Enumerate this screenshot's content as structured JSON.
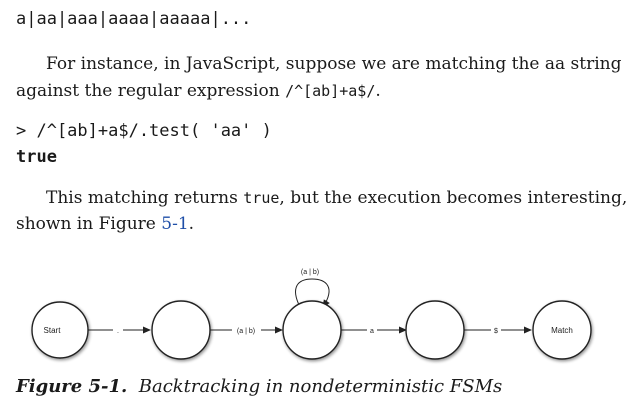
{
  "code_line_1": "a|aa|aaa|aaaa|aaaaa|...",
  "paragraph_1": {
    "line1": "For instance, in JavaScript, suppose we are matching the aa string",
    "line2_prefix": "against the regular expression ",
    "line2_code": "/^[ab]+a$/",
    "line2_suffix": "."
  },
  "code_block": {
    "prompt_line": "> /^[ab]+a$/.test( 'aa' )",
    "result": "true"
  },
  "paragraph_2": {
    "line1_prefix": "This matching returns ",
    "line1_code": "true",
    "line1_suffix": ", but the execution becomes interesting, as",
    "line2_prefix": "shown in Figure ",
    "line2_link": "5-1",
    "line2_suffix": "."
  },
  "figure": {
    "states": [
      "Start",
      "",
      "",
      "",
      "Match"
    ],
    "edges": [
      ".",
      "(a | b)",
      "a",
      "$"
    ],
    "self_loop": "(a | b)"
  },
  "caption": {
    "label": "Figure 5-1.",
    "text": "Backtracking in nondeterministic FSMs"
  }
}
